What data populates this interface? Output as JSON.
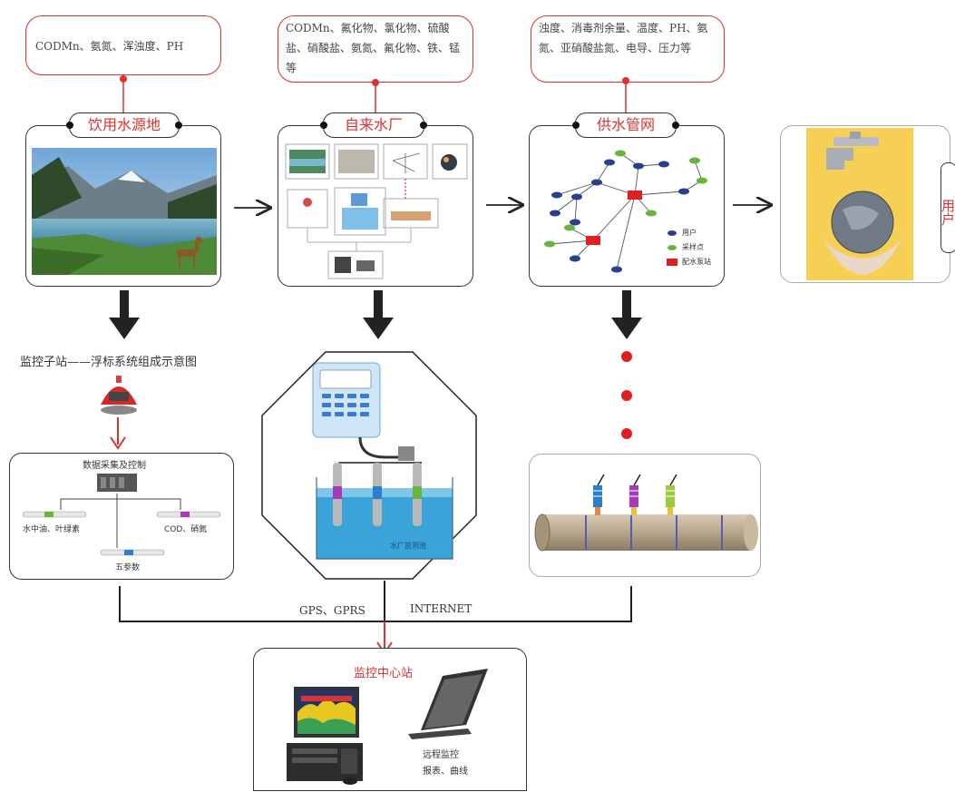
{
  "params": {
    "source": "CODMn、氨氮、浑浊度、PH",
    "plant": "CODMn、氟化物、氯化物、硫酸盐、硝酸盐、氨氮、氟化物、铁、锰等",
    "network": "浊度、消毒剂余量、温度、PH、氨氮、亚硝酸盐氮、电导、压力等"
  },
  "stages": {
    "source": "饮用水源地",
    "plant": "自来水厂",
    "network": "供水管网",
    "user": "用户"
  },
  "network_legend": {
    "user": "用户",
    "sample": "采样点",
    "station": "配水泵站"
  },
  "buoy": {
    "title": "监控子站——浮标系统组成示意图",
    "dac": "数据采集及控制",
    "sensor_left": "水中油、叶绿素",
    "sensor_right": "COD、硝氮",
    "sensor_bottom": "五参数"
  },
  "plant_tank_label": "水厂监测池",
  "links": {
    "gps": "GPS、GPRS",
    "internet": "INTERNET"
  },
  "center": {
    "title": "监控中心站",
    "remote": "远程监控",
    "report": "报表、曲线"
  },
  "colors": {
    "accent": "#e03030",
    "sensor_blue": "#2a7fd1",
    "sensor_purple": "#a63bb5",
    "sensor_green": "#69b43a"
  }
}
